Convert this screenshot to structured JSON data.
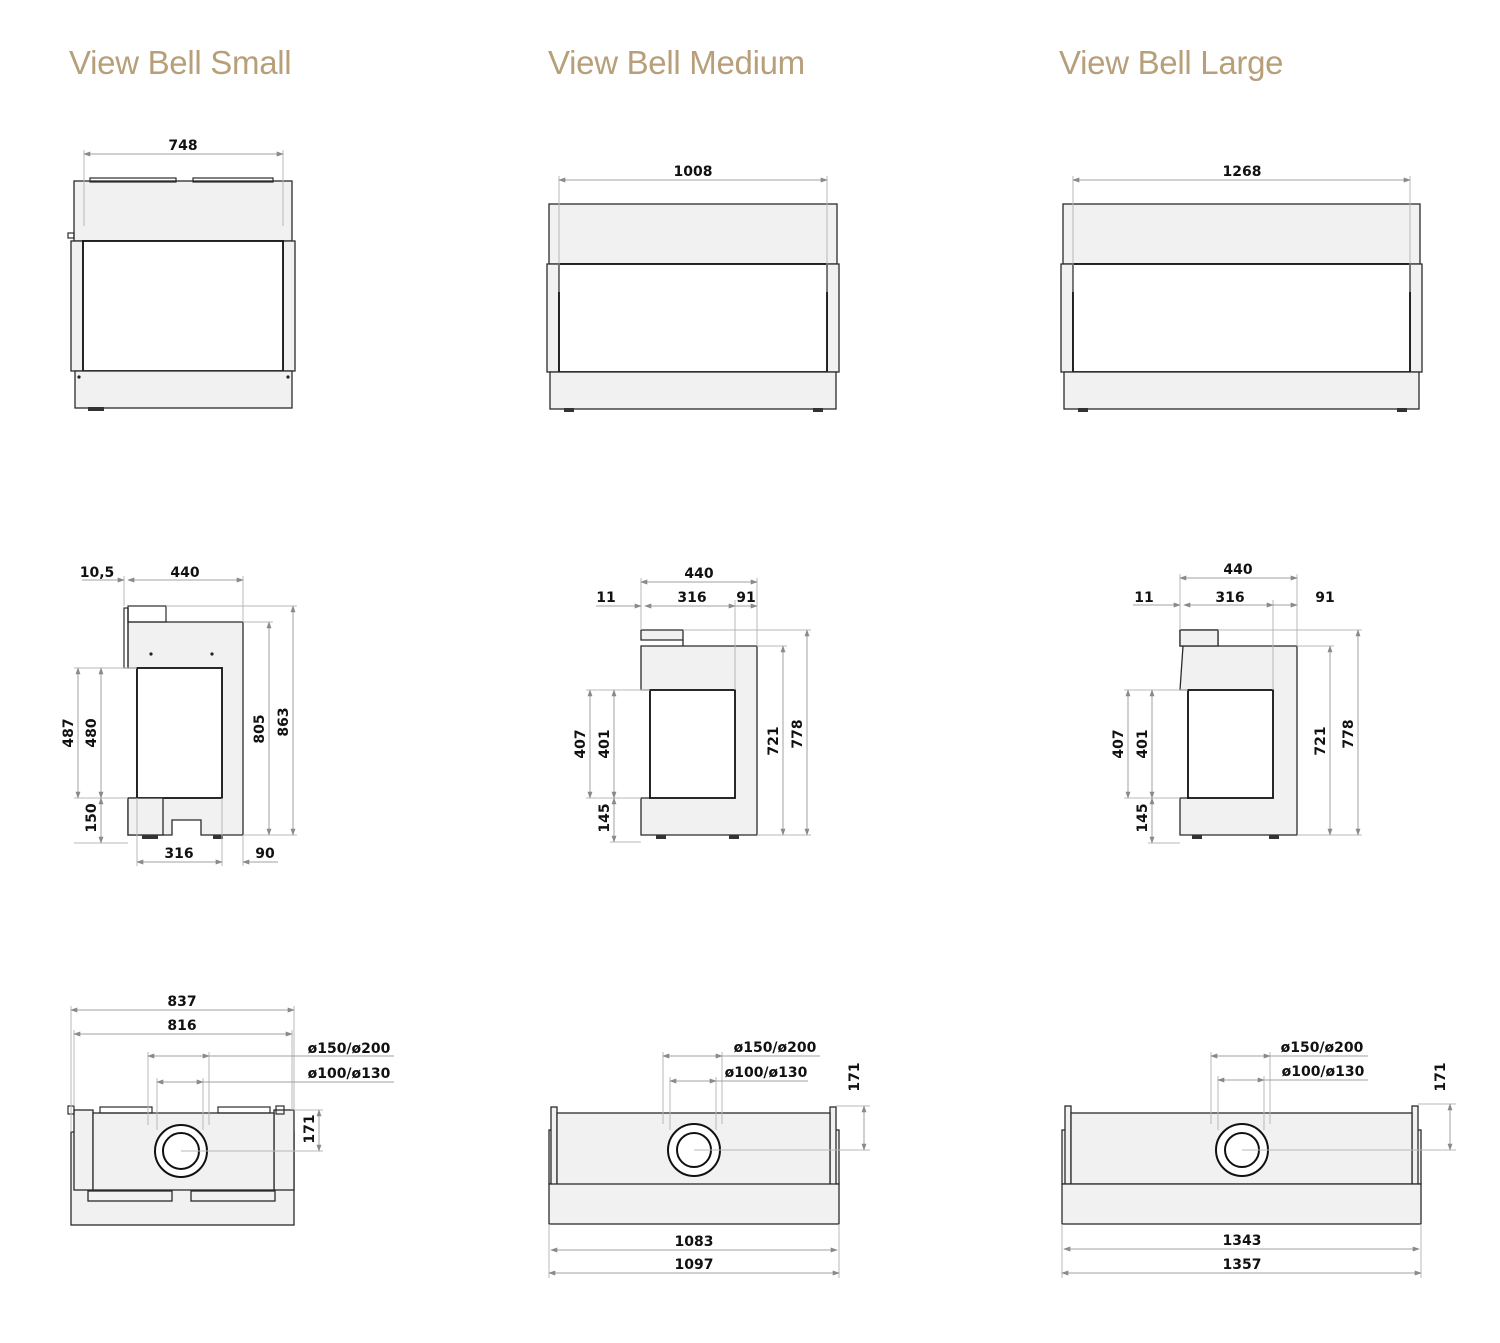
{
  "titles": {
    "small": "View Bell Small",
    "medium": "View Bell Medium",
    "large": "View Bell Large"
  },
  "colors": {
    "title": "#b79f7a",
    "dimension_line": "#a0a0a0",
    "outline": "#2b2b2b"
  },
  "small": {
    "front": {
      "width": "748"
    },
    "side": {
      "top_offset": "10,5",
      "depth": "440",
      "h_487": "487",
      "h_480": "480",
      "h_150": "150",
      "h_805": "805",
      "h_863": "863",
      "bottom_316": "316",
      "bottom_90": "90"
    },
    "top": {
      "w_837": "837",
      "w_816": "816",
      "flue_outer": "ø150/ø200",
      "flue_inner": "ø100/ø130",
      "flue_offset": "171"
    }
  },
  "medium": {
    "front": {
      "width": "1008"
    },
    "side": {
      "depth": "440",
      "d_11": "11",
      "d_316": "316",
      "d_91": "91",
      "h_407": "407",
      "h_401": "401",
      "h_145": "145",
      "h_721": "721",
      "h_778": "778"
    },
    "top": {
      "flue_outer": "ø150/ø200",
      "flue_inner": "ø100/ø130",
      "flue_offset": "171",
      "w_1083": "1083",
      "w_1097": "1097"
    }
  },
  "large": {
    "front": {
      "width": "1268"
    },
    "side": {
      "depth": "440",
      "d_11": "11",
      "d_316": "316",
      "d_91": "91",
      "h_407": "407",
      "h_401": "401",
      "h_145": "145",
      "h_721": "721",
      "h_778": "778"
    },
    "top": {
      "flue_outer": "ø150/ø200",
      "flue_inner": "ø100/ø130",
      "flue_offset": "171",
      "w_1343": "1343",
      "w_1357": "1357"
    }
  }
}
